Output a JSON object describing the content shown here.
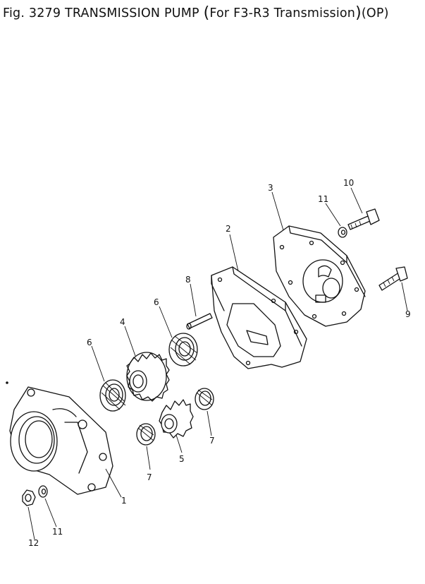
{
  "title": {
    "fig": "Fig. 3279",
    "name": "TRANSMISSION PUMP",
    "variant": "For F3-R3 Transmission",
    "suffix": "(OP)"
  },
  "callouts": {
    "c1": "1",
    "c2": "2",
    "c3": "3",
    "c4": "4",
    "c5": "5",
    "c6a": "6",
    "c6b": "6",
    "c7a": "7",
    "c7b": "7",
    "c8": "8",
    "c9": "9",
    "c10": "10",
    "c11a": "11",
    "c11b": "11",
    "c12": "12"
  }
}
